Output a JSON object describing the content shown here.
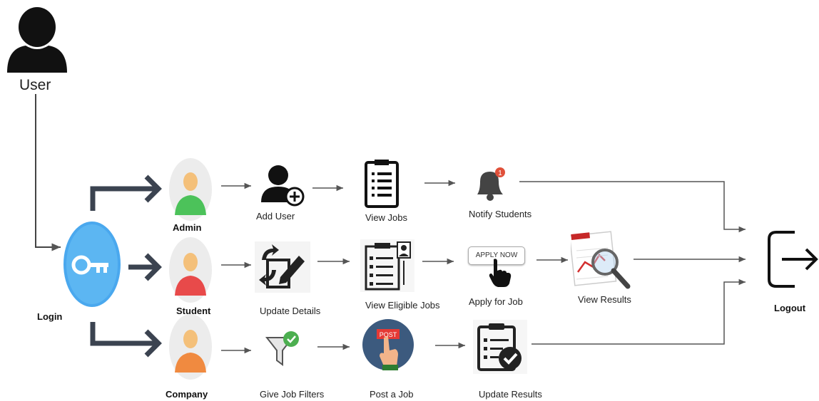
{
  "user_label": "User",
  "login_label": "Login",
  "logout_label": "Logout",
  "roles": {
    "admin": "Admin",
    "student": "Student",
    "company": "Company"
  },
  "admin_steps": [
    "Add User",
    "View Jobs",
    "Notify Students"
  ],
  "student_steps": [
    "Update Details",
    "View Eligible Jobs",
    "Apply for Job",
    "View Results"
  ],
  "company_steps": [
    "Give Job Filters",
    "Post a Job",
    "Update Results"
  ],
  "apply_button_text": [
    "APPLY",
    "NOW"
  ],
  "post_sign_text": "POST",
  "notification_count": "1",
  "colors": {
    "arrow": "#555555",
    "login_key": "#4aa8ee",
    "admin_body": "#4cc25a",
    "student_body": "#e84a4a",
    "company_body": "#f08a40",
    "skin": "#f4c07a"
  }
}
